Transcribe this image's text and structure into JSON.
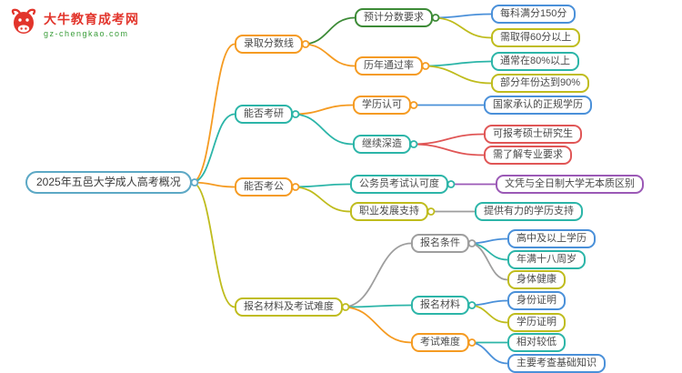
{
  "brand": {
    "name": "大牛教育成考网",
    "site": "gz-chengkao.com",
    "icon": "bull-icon"
  },
  "palette": {
    "orange": "#f59b22",
    "teal": "#2cb5a8",
    "yellow": "#bfbc1d",
    "green": "#3d8b37",
    "blue": "#4a90d9",
    "red": "#e05656",
    "purple": "#9b59b6",
    "gray": "#9e9e9e",
    "rootblue": "#5ca8c5",
    "brand_red": "#e2342b",
    "brand_green": "#3a9d3a",
    "text": "#4a4a4a"
  },
  "nodes": {
    "root": "2025年五邑大学成人高考概况",
    "luqu": "录取分数线",
    "yuji": "预计分数要求",
    "mk": "每科满分150分",
    "xq": "需取得60分以上",
    "linian": "历年通过率",
    "tc": "通常在80%以上",
    "bf": "部分年份达到90%",
    "kaoyan": "能否考研",
    "xueli": "学历认可",
    "gj": "国家承认的正规学历",
    "jixu": "继续深造",
    "kb": "可报考硕士研究生",
    "xy": "需了解专业要求",
    "kaogong": "能否考公",
    "gwy": "公务员考试认可度",
    "wp": "文凭与全日制大学无本质区别",
    "zhiye": "职业发展支持",
    "tg": "提供有力的学历支持",
    "baoming": "报名材料及考试难度",
    "tiaojian": "报名条件",
    "gz": "高中及以上学历",
    "nm": "年满十八周岁",
    "st": "身体健康",
    "cailiao": "报名材料",
    "sf": "身份证明",
    "xl": "学历证明",
    "nandu": "考试难度",
    "xd": "相对较低",
    "zy": "主要考查基础知识"
  }
}
